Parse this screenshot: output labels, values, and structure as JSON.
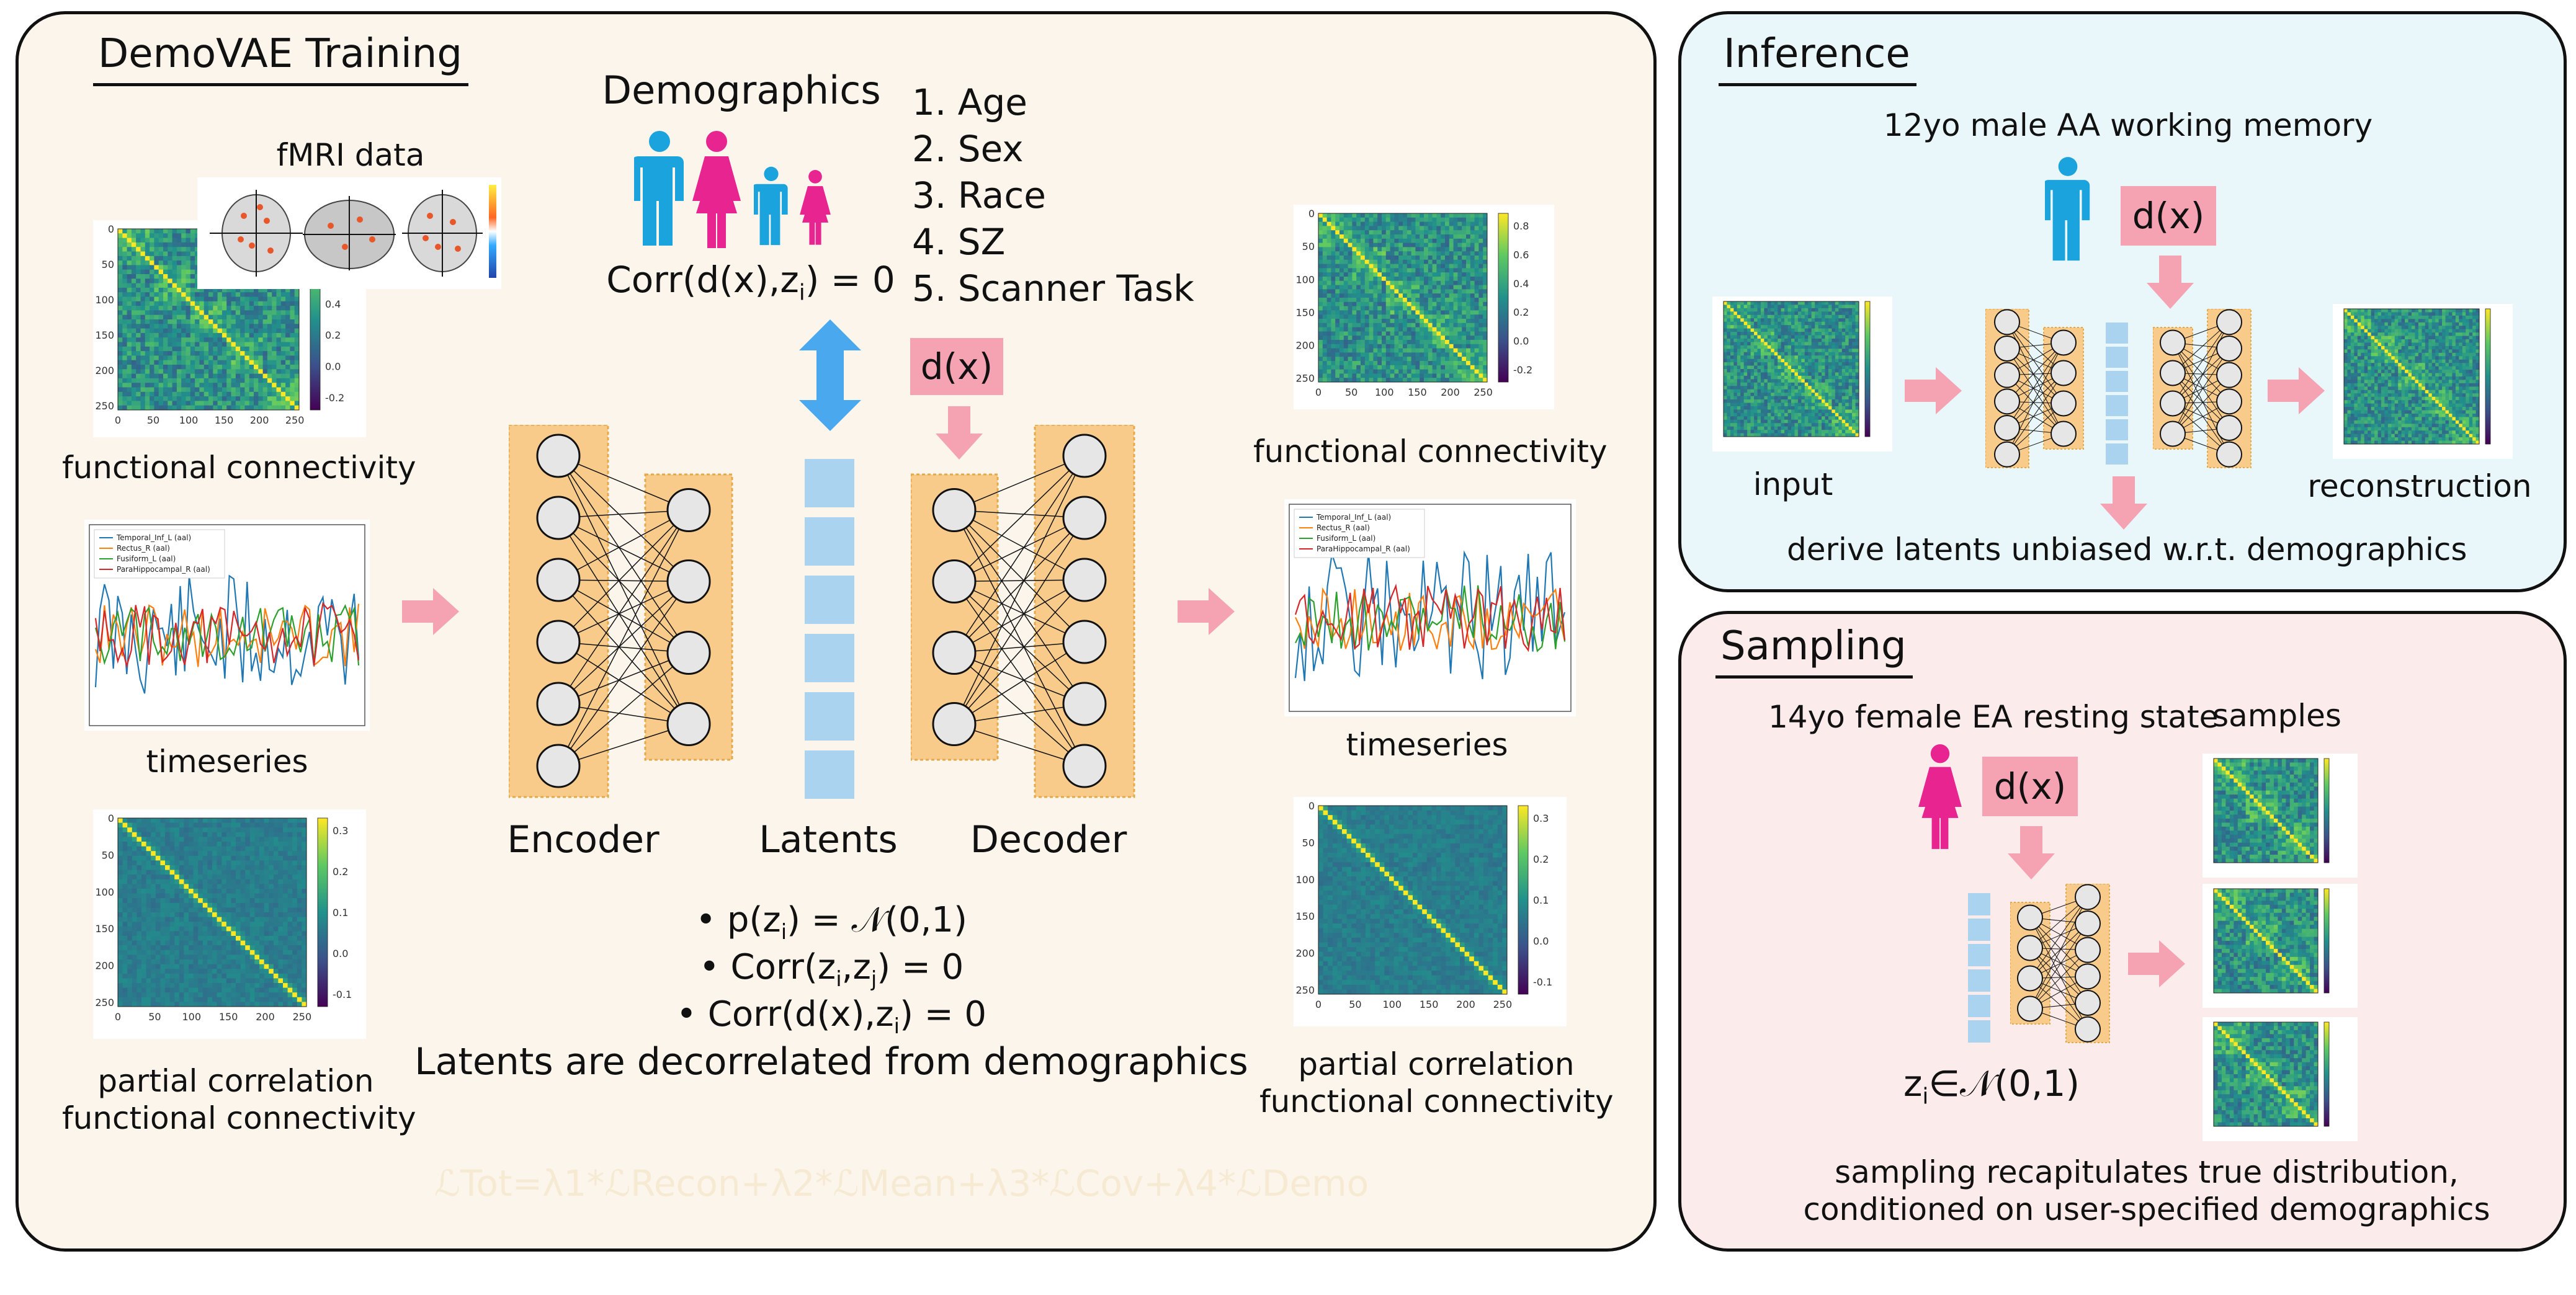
{
  "training": {
    "title": "DemoVAE Training",
    "fmri_label": "fMRI data",
    "fc_label": "functional connectivity",
    "ts_label": "timeseries",
    "pc_label_1": "partial correlation",
    "pc_label_2": "functional connectivity",
    "out_fc_label": "functional connectivity",
    "out_ts_label": "timeseries",
    "out_pc_label_1": "partial correlation",
    "out_pc_label_2": "functional connectivity",
    "demographics_title": "Demographics",
    "corr_prefix": "Corr(d(x),z",
    "corr_sub": "i",
    "corr_suffix": ") = 0",
    "demo_list": [
      "1. Age",
      "2. Sex",
      "3. Race",
      "4. SZ",
      "5. Scanner Task"
    ],
    "dx_label": "d(x)",
    "encoder_label": "Encoder",
    "latents_label": "Latents",
    "decoder_label": "Decoder",
    "bullet1_prefix": "• p(z",
    "bullet1_sub": "i",
    "bullet1_suffix": ") = 𝒩(0,1)",
    "bullet2_prefix": "• Corr(z",
    "bullet2_sub1": "i",
    "bullet2_mid": ",z",
    "bullet2_sub2": "j",
    "bullet2_suffix": ") = 0",
    "bullet3_prefix": "• Corr(d(x),z",
    "bullet3_sub": "i",
    "bullet3_suffix": ") = 0",
    "decorrelated": "Latents are decorrelated from demographics",
    "loss_watermark": "ℒTot=λ1*ℒRecon+λ2*ℒMean+λ3*ℒCov+λ4*ℒDemo"
  },
  "fc_ticks": [
    "0",
    "50",
    "100",
    "150",
    "200",
    "250"
  ],
  "fc_cbar_ticks": [
    "0.8",
    "0.6",
    "0.4",
    "0.2",
    "0.0",
    "-0.2"
  ],
  "pc_cbar_ticks": [
    "0.3",
    "0.2",
    "0.1",
    "0.0",
    "-0.1"
  ],
  "ts_legend": [
    "Temporal_Inf_L (aal)",
    "Rectus_R (aal)",
    "Fusiform_L (aal)",
    "ParaHippocampal_R (aal)"
  ],
  "ts_colors": [
    "#1f77b4",
    "#ff7f0e",
    "#2ca02c",
    "#d62728"
  ],
  "inference": {
    "title": "Inference",
    "subtitle": "12yo male AA working memory",
    "dx_label": "d(x)",
    "input_label": "input",
    "recon_label": "reconstruction",
    "derive_label": "derive latents unbiased w.r.t. demographics"
  },
  "sampling": {
    "title": "Sampling",
    "subtitle": "14yo female EA resting state",
    "samples_label": "samples",
    "dx_label": "d(x)",
    "z_prefix": "z",
    "z_sub": "i",
    "z_suffix": "∈𝒩(0,1)",
    "caption1": "sampling recapitulates true distribution,",
    "caption2": "conditioned on user-specified demographics"
  },
  "colors": {
    "training_bg": "#fbf5ec",
    "inference_bg": "#e9f7fa",
    "sampling_bg": "#fbeceb",
    "blue_person": "#1aa3dd",
    "pink_person": "#e7248f",
    "pink_arrow": "#f5a3b3",
    "dx_box": "#f5a3b3",
    "nn_layer": "#f8cb8b",
    "latent": "#a9d3ee",
    "double_arrow": "#4aa9ee"
  },
  "icons": [
    "male-person-icon",
    "female-person-icon",
    "brain-icon"
  ]
}
